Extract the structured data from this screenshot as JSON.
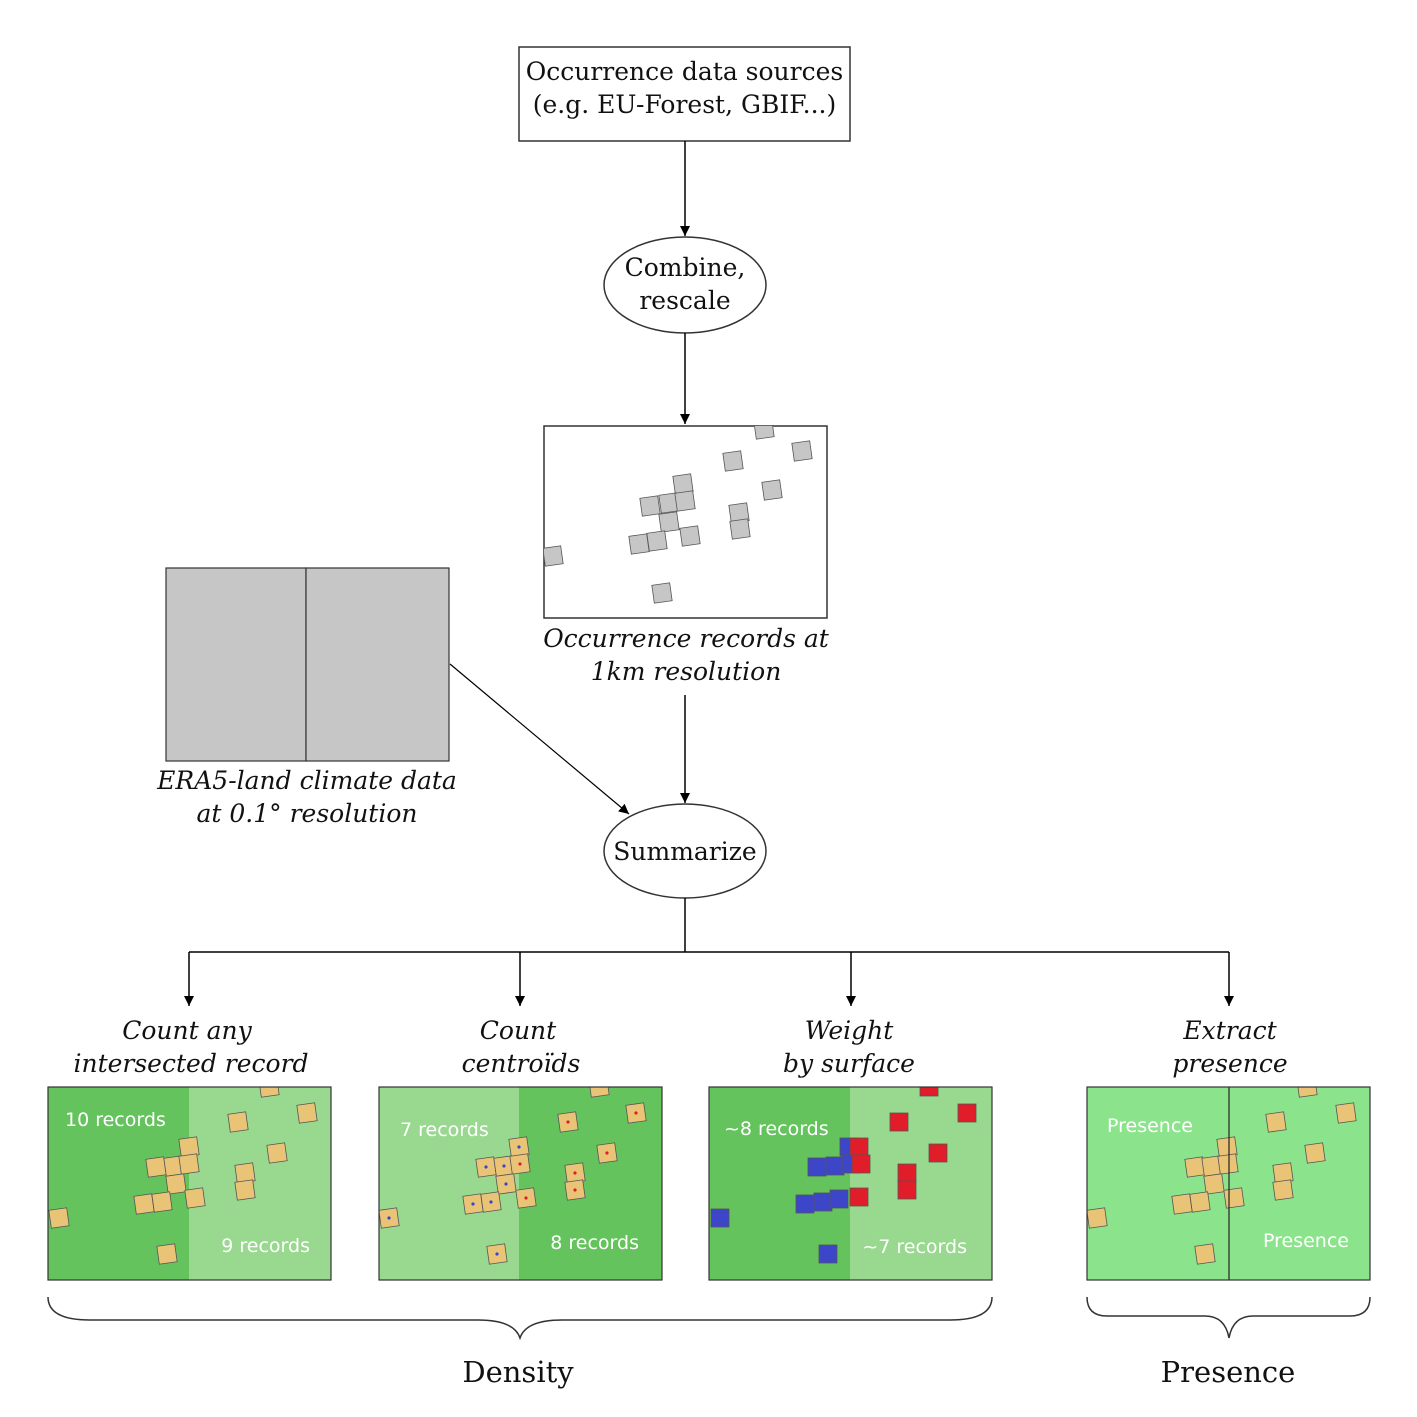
{
  "source_box": {
    "line1": "Occurrence data sources",
    "line2": "(e.g. EU-Forest, GBIF...)"
  },
  "combine_node": {
    "line1": "Combine,",
    "line2": "rescale"
  },
  "occurrence_caption": {
    "line1": "Occurrence records at",
    "line2": "1km resolution"
  },
  "climate_caption": {
    "line1": "ERA5-land climate data",
    "line2": "at 0.1° resolution"
  },
  "summarize_node": {
    "label": "Summarize"
  },
  "methods": [
    {
      "line1": "Count any",
      "line2": "intersected record",
      "left_text": "10 records",
      "right_text": "9 records"
    },
    {
      "line1": "Count",
      "line2": "centroïds",
      "left_text": "7 records",
      "right_text": "8 records"
    },
    {
      "line1": "Weight",
      "line2": "by surface",
      "left_text": "~8 records",
      "right_text": "~7 records"
    },
    {
      "line1": "Extract",
      "line2": "presence",
      "left_text": "Presence",
      "right_text": "Presence"
    }
  ],
  "groups": {
    "density": "Density",
    "presence": "Presence"
  },
  "colors": {
    "grey_cell": "#c6c6c6",
    "green_dark": "#65c35e",
    "green_light": "#99d98f",
    "green_presence": "#8be48c",
    "record_yellow": "#e9c477",
    "weight_blue": "#3d46c8",
    "weight_red": "#e11d2a"
  }
}
